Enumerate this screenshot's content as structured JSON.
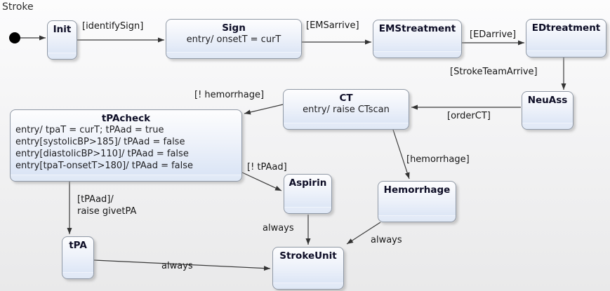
{
  "region_label": "Stroke",
  "colors": {
    "state_border": "#8f98a5",
    "state_fill_top": "#fdfdfe",
    "state_fill_bottom": "#d7e2f4",
    "title_text": "#0d0d26",
    "entry_text": "#1f1f22",
    "label_text": "#161616",
    "arrow": "#3a3a3a"
  },
  "states": {
    "init": {
      "name": "Init"
    },
    "sign": {
      "name": "Sign",
      "entry": "entry/ onsetT = curT"
    },
    "emstreatment": {
      "name": "EMStreatment"
    },
    "edtreatment": {
      "name": "EDtreatment"
    },
    "neuass": {
      "name": "NeuAss"
    },
    "ct": {
      "name": "CT",
      "entry": "entry/ raise CTscan"
    },
    "tpacheck": {
      "name": "tPAcheck",
      "entries": [
        "entry/ tpaT = curT; tPAad = true",
        "entry[systolicBP>185]/ tPAad = false",
        "entry[diastolicBP>110]/ tPAad = false",
        "entry[tpaT-onsetT>180]/ tPAad = false"
      ]
    },
    "aspirin": {
      "name": "Aspirin"
    },
    "hemorrhage": {
      "name": "Hemorrhage"
    },
    "tpa": {
      "name": "tPA"
    },
    "strokeunit": {
      "name": "StrokeUnit"
    }
  },
  "transitions": {
    "identify_sign": "[identifySign]",
    "ems_arrive": "[EMSarrive]",
    "ed_arrive": "[EDarrive]",
    "stroke_team_arrive": "[StrokeTeamArrive]",
    "order_ct": "[orderCT]",
    "not_hemorrhage": "[! hemorrhage]",
    "hemorrhage": "[hemorrhage]",
    "not_tpaad": "[! tPAad]",
    "tpaad_guard": "[tPAad]/",
    "tpaad_action": "raise givetPA",
    "always": "always"
  }
}
